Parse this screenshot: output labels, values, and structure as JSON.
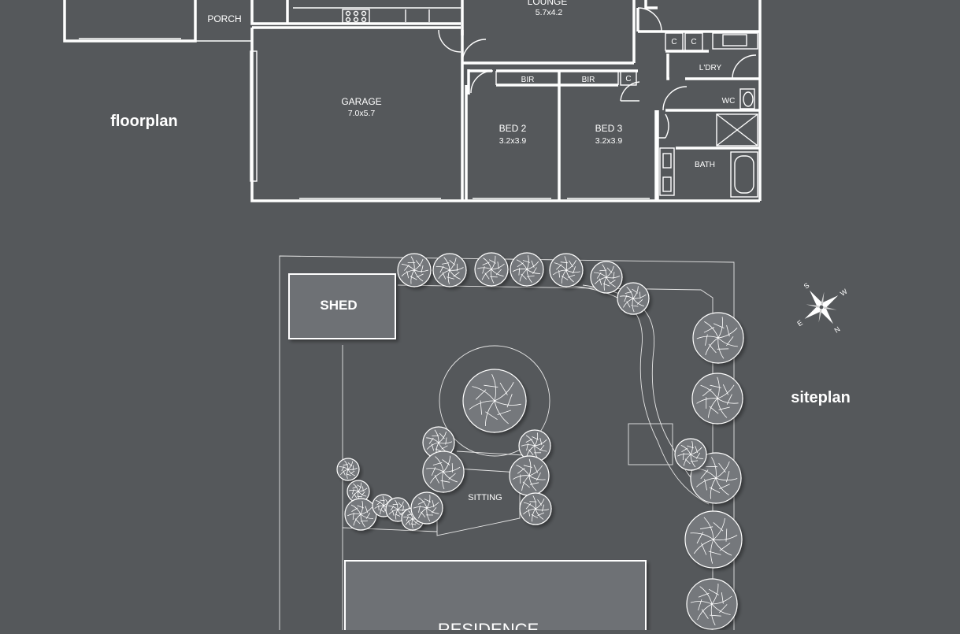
{
  "floorplan": {
    "heading": "floorplan",
    "rooms": {
      "porch": "PORCH",
      "lounge": "LOUNGE",
      "lounge_dim": "5.7x4.2",
      "garage": "GARAGE",
      "garage_dim": "7.0x5.7",
      "bed2": "BED 2",
      "bed2_dim": "3.2x3.9",
      "bed3": "BED 3",
      "bed3_dim": "3.2x3.9",
      "bir": "BIR",
      "laundry": "L'DRY",
      "wc": "WC",
      "bath": "BATH",
      "cupboard": "C"
    }
  },
  "siteplan": {
    "heading": "siteplan",
    "shed": "SHED",
    "sitting": "SITTING",
    "residence": "RESIDENCE",
    "compass": {
      "n": "N",
      "e": "E",
      "s": "S",
      "w": "W"
    }
  },
  "colors": {
    "background": "#55585b",
    "building_fill": "#6e7174",
    "tree_fill": "#75787b",
    "line": "#ffffff"
  }
}
